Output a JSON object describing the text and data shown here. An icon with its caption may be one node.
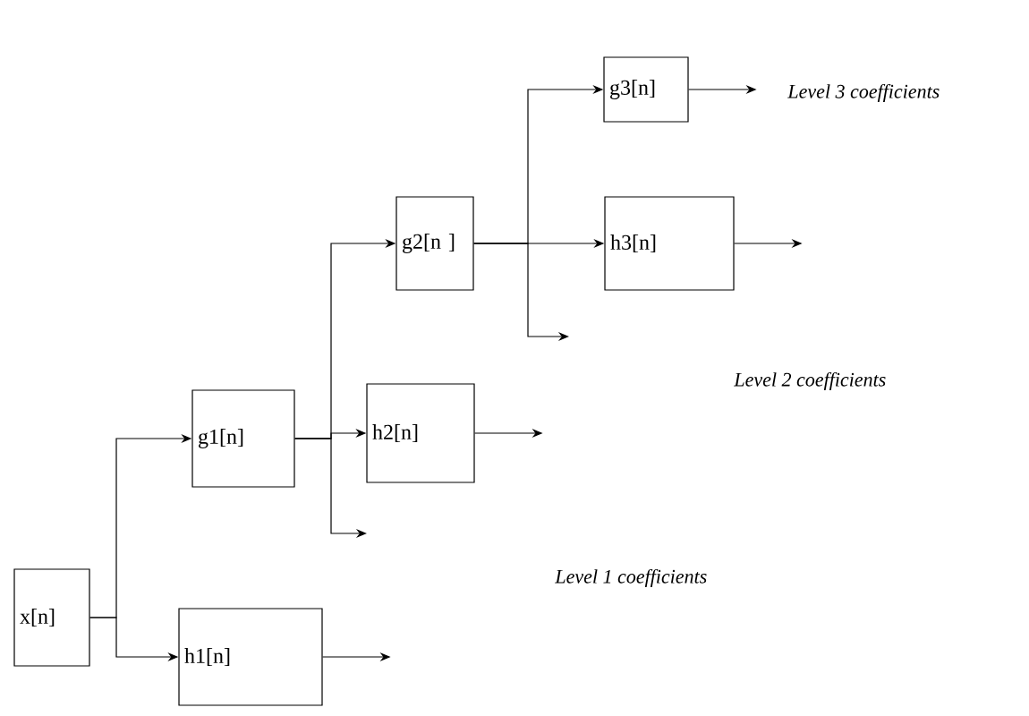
{
  "diagram": {
    "nodes": [
      {
        "text": [
          "x[n]"
        ]
      },
      {
        "text": [
          "g1[n]"
        ]
      },
      {
        "text": [
          "h1[n]"
        ]
      },
      {
        "text": [
          "g2[n ]"
        ]
      },
      {
        "text": [
          "h2[n]"
        ]
      },
      {
        "text": [
          "g3[n]"
        ]
      },
      {
        "text": [
          "h3[n]"
        ]
      }
    ],
    "edges": [
      {
        "from": 0,
        "to": 1,
        "arrow": "to"
      },
      {
        "from": 0,
        "to": 2,
        "arrow": "to"
      },
      {
        "from": 1,
        "to": 3,
        "arrow": "to"
      },
      {
        "from": 1,
        "to": 4,
        "arrow": "to"
      },
      {
        "from": 1,
        "to": null,
        "arrow": "to"
      },
      {
        "from": 2,
        "to": null,
        "arrow": "to"
      },
      {
        "from": 3,
        "to": 5,
        "arrow": "to"
      },
      {
        "from": 3,
        "to": 6,
        "arrow": "to"
      },
      {
        "from": 3,
        "to": null,
        "arrow": "to"
      },
      {
        "from": 4,
        "to": null,
        "arrow": "to"
      },
      {
        "from": 5,
        "to": null,
        "arrow": "to"
      },
      {
        "from": 6,
        "to": null,
        "arrow": "to"
      }
    ],
    "labels": [
      "Level 3 coefficients",
      "Level 2 coefficients",
      "Level 1 coefficients"
    ]
  }
}
